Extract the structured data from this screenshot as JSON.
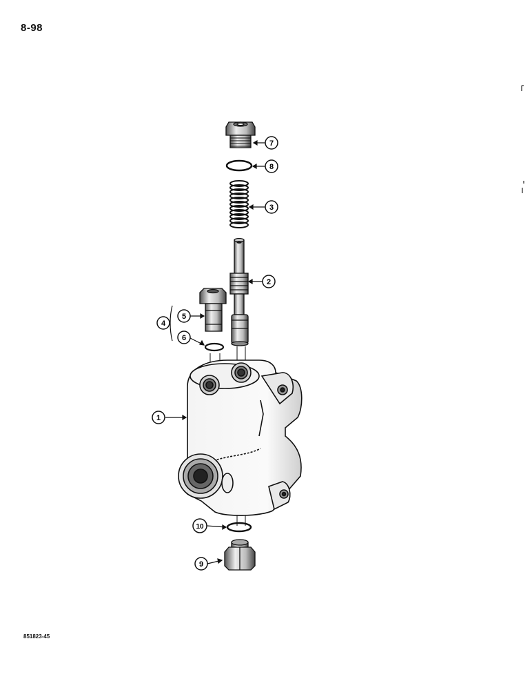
{
  "page_number": "8-98",
  "figure_id": "851823-45",
  "callouts": [
    {
      "id": "callout-1",
      "label": "1"
    },
    {
      "id": "callout-2",
      "label": "2"
    },
    {
      "id": "callout-3",
      "label": "3"
    },
    {
      "id": "callout-4",
      "label": "4"
    },
    {
      "id": "callout-5",
      "label": "5"
    },
    {
      "id": "callout-6",
      "label": "6"
    },
    {
      "id": "callout-7",
      "label": "7"
    },
    {
      "id": "callout-8",
      "label": "8"
    },
    {
      "id": "callout-9",
      "label": "9"
    },
    {
      "id": "callout-10",
      "label": "10"
    }
  ],
  "colors": {
    "ink": "#111111",
    "paper": "#ffffff",
    "shade": "#9a9a9a"
  }
}
